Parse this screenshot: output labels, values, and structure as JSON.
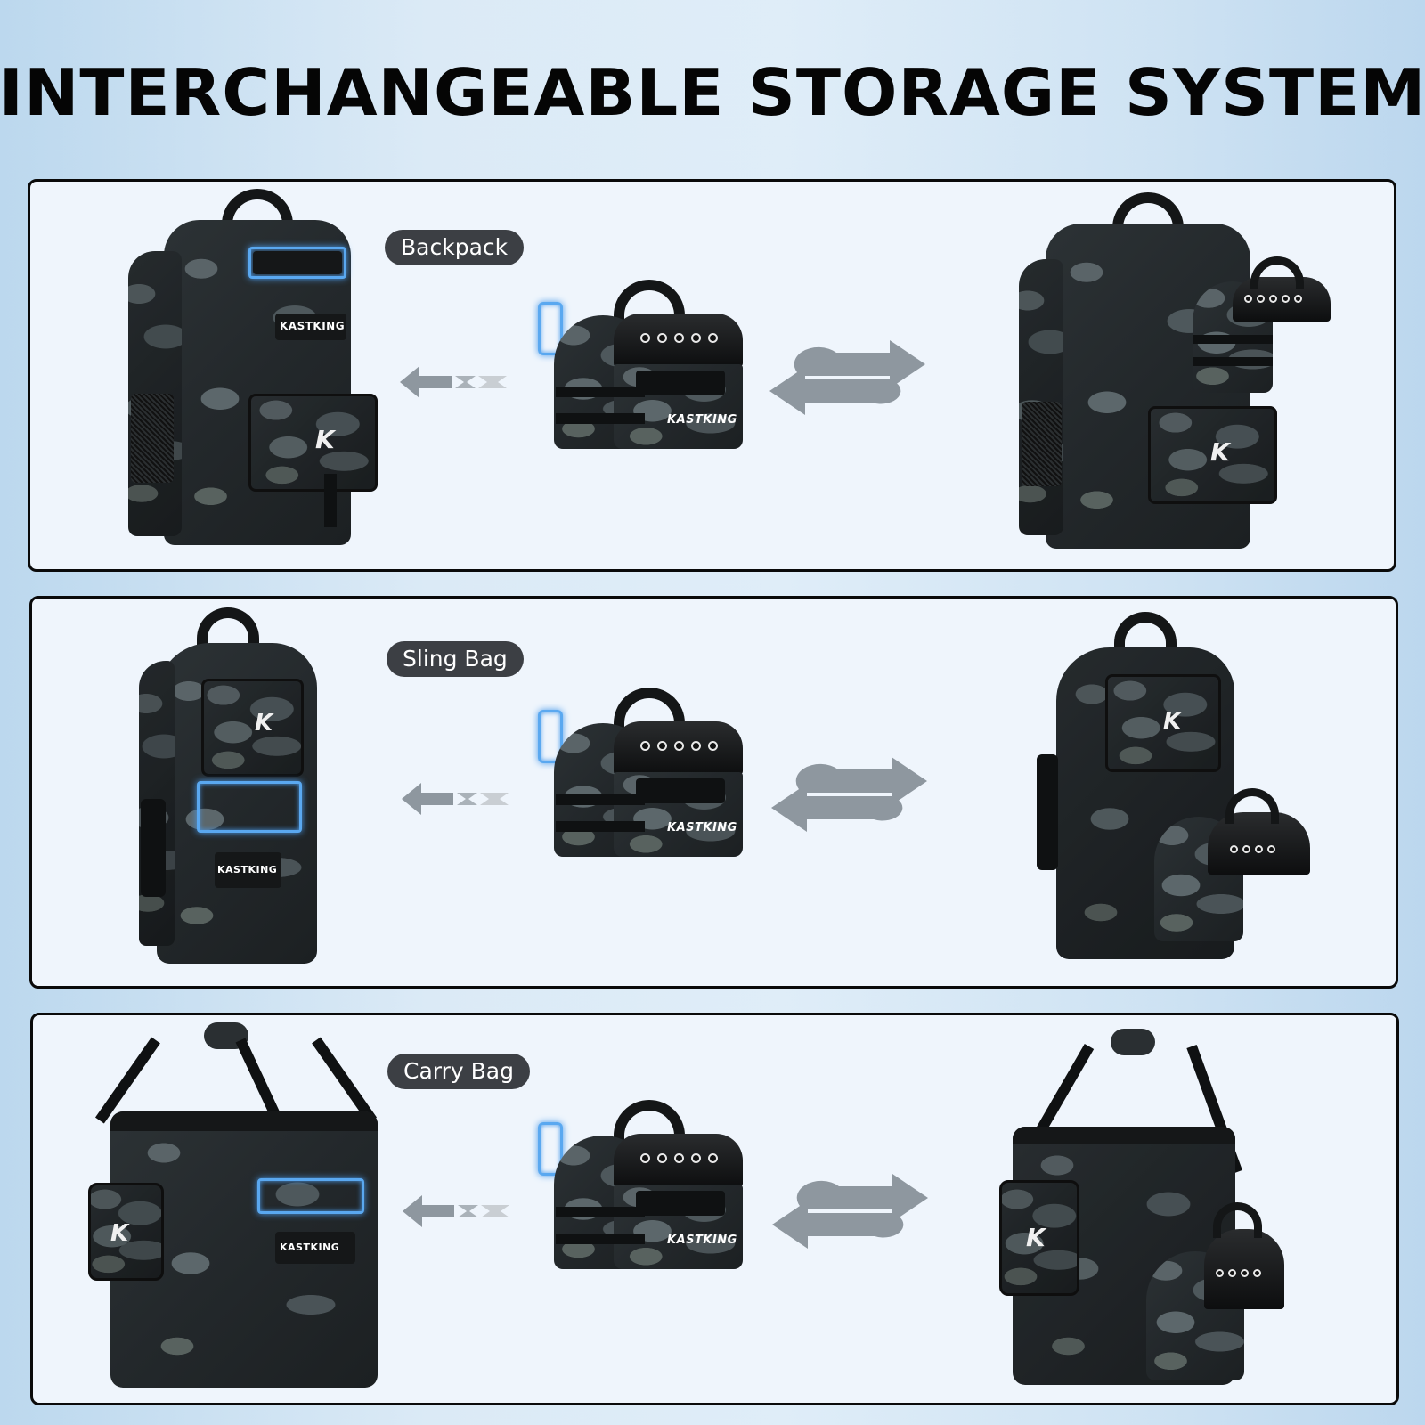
{
  "header": {
    "title": "INTERCHANGEABLE STORAGE SYSTEM"
  },
  "panels": [
    {
      "label": "Backpack",
      "base_bag": "Backpack",
      "module": "Detachable tackle pouch",
      "combined": "Backpack with pouch attached",
      "base_brand_patch": "KASTKING",
      "module_brand": "KASTKING"
    },
    {
      "label": "Sling Bag",
      "base_bag": "Sling Bag",
      "module": "Detachable tackle pouch",
      "combined": "Sling Bag with pouch attached",
      "base_brand_patch": "KASTKING",
      "module_brand": "KASTKING"
    },
    {
      "label": "Carry Bag",
      "base_bag": "Carry Bag",
      "module": "Detachable tackle pouch",
      "combined": "Carry Bag with pouch attached",
      "base_brand_patch": "KASTKING",
      "module_brand": "KASTKING"
    }
  ],
  "icons": {
    "attach_arrow": "arrow-left-chevrons-icon",
    "swap_arrow": "swap-arrows-icon",
    "logo": "kastking-k-logo-icon"
  },
  "colors": {
    "background_left": "#bcd8ee",
    "background_center": "#dfedf8",
    "panel_fill": "#eff5fc",
    "panel_border": "#0a0a0a",
    "pill_bg": "#3c3f44",
    "pill_text": "#ffffff",
    "arrow_gray": "#8e979f",
    "highlight_blue": "#5aa8f0",
    "title_text": "#050505"
  }
}
